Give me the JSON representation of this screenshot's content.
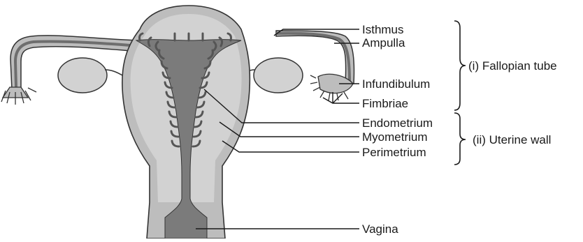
{
  "labels": {
    "isthmus": "Isthmus",
    "ampulla": "Ampulla",
    "infundibulum": "Infundibulum",
    "fimbriae": "Fimbriae",
    "endometrium": "Endometrium",
    "myometrium": "Myometrium",
    "perimetrium": "Perimetrium",
    "vagina": "Vagina"
  },
  "groups": {
    "fallopian_tube": "(i) Fallopian tube",
    "uterine_wall": "(ii) Uterine wall"
  },
  "colors": {
    "outer_tissue": "#bdbdbd",
    "inner_tissue": "#d2d2d2",
    "lining": "#6e6e6e",
    "cavity": "#7b7b7b",
    "outline": "#333333",
    "leader": "#1a1a1a"
  }
}
